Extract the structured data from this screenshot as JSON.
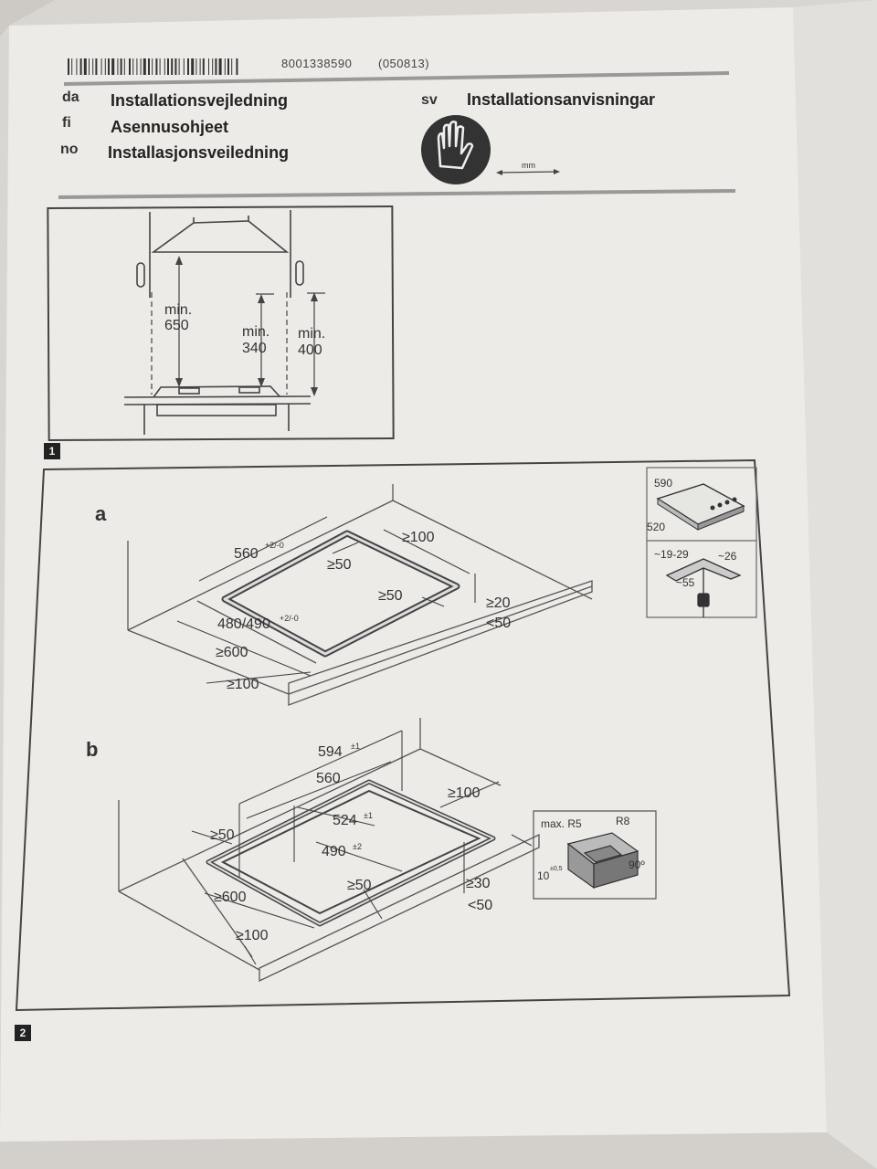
{
  "header": {
    "part_number": "8001338590",
    "revision": "(050813)",
    "languages": [
      {
        "code": "da",
        "label": "Installationsvejledning"
      },
      {
        "code": "fi",
        "label": "Asennusohjeet"
      },
      {
        "code": "no",
        "label": "Installasjonsveiledning"
      },
      {
        "code": "sv",
        "label": "Installationsanvisningar"
      }
    ],
    "unit_label": "mm",
    "gloves_icon": "protective-gloves-icon"
  },
  "figure1": {
    "number": "1",
    "dims": {
      "hood_min": "min.",
      "hood_val": "650",
      "side_min": "min.",
      "side_val": "340",
      "wall_min": "min.",
      "wall_val": "400"
    }
  },
  "figure2": {
    "number": "2",
    "a": {
      "letter": "a",
      "cut_width": "560",
      "cut_width_tol": "+2/-0",
      "back_gap": "≥100",
      "inner_gap": "≥50",
      "side_gap": "≥50",
      "thick_min": "≥20",
      "thick_max": "<50",
      "cut_depth": "480/490",
      "cut_depth_tol": "+2/-0",
      "front_600": "≥600",
      "front_100": "≥100",
      "inset": {
        "width": "590",
        "depth": "520",
        "clip_a": "~19-29",
        "clip_b": "~26",
        "clip_c": "~55"
      }
    },
    "b": {
      "letter": "b",
      "outer": "594",
      "outer_tol": "±1",
      "width": "560",
      "back_gap": "≥100",
      "inner_w": "524",
      "inner_w_tol": "±1",
      "inner_d": "490",
      "inner_d_tol": "±2",
      "left_gap": "≥50",
      "mid_gap": "≥50",
      "front_600": "≥600",
      "front_100": "≥100",
      "thick_min": "≥30",
      "thick_max": "<50",
      "detail": {
        "radius_max": "max. R5",
        "radius": "R8",
        "depth": "10",
        "depth_tol": "±0,5",
        "angle": "90º"
      }
    }
  }
}
